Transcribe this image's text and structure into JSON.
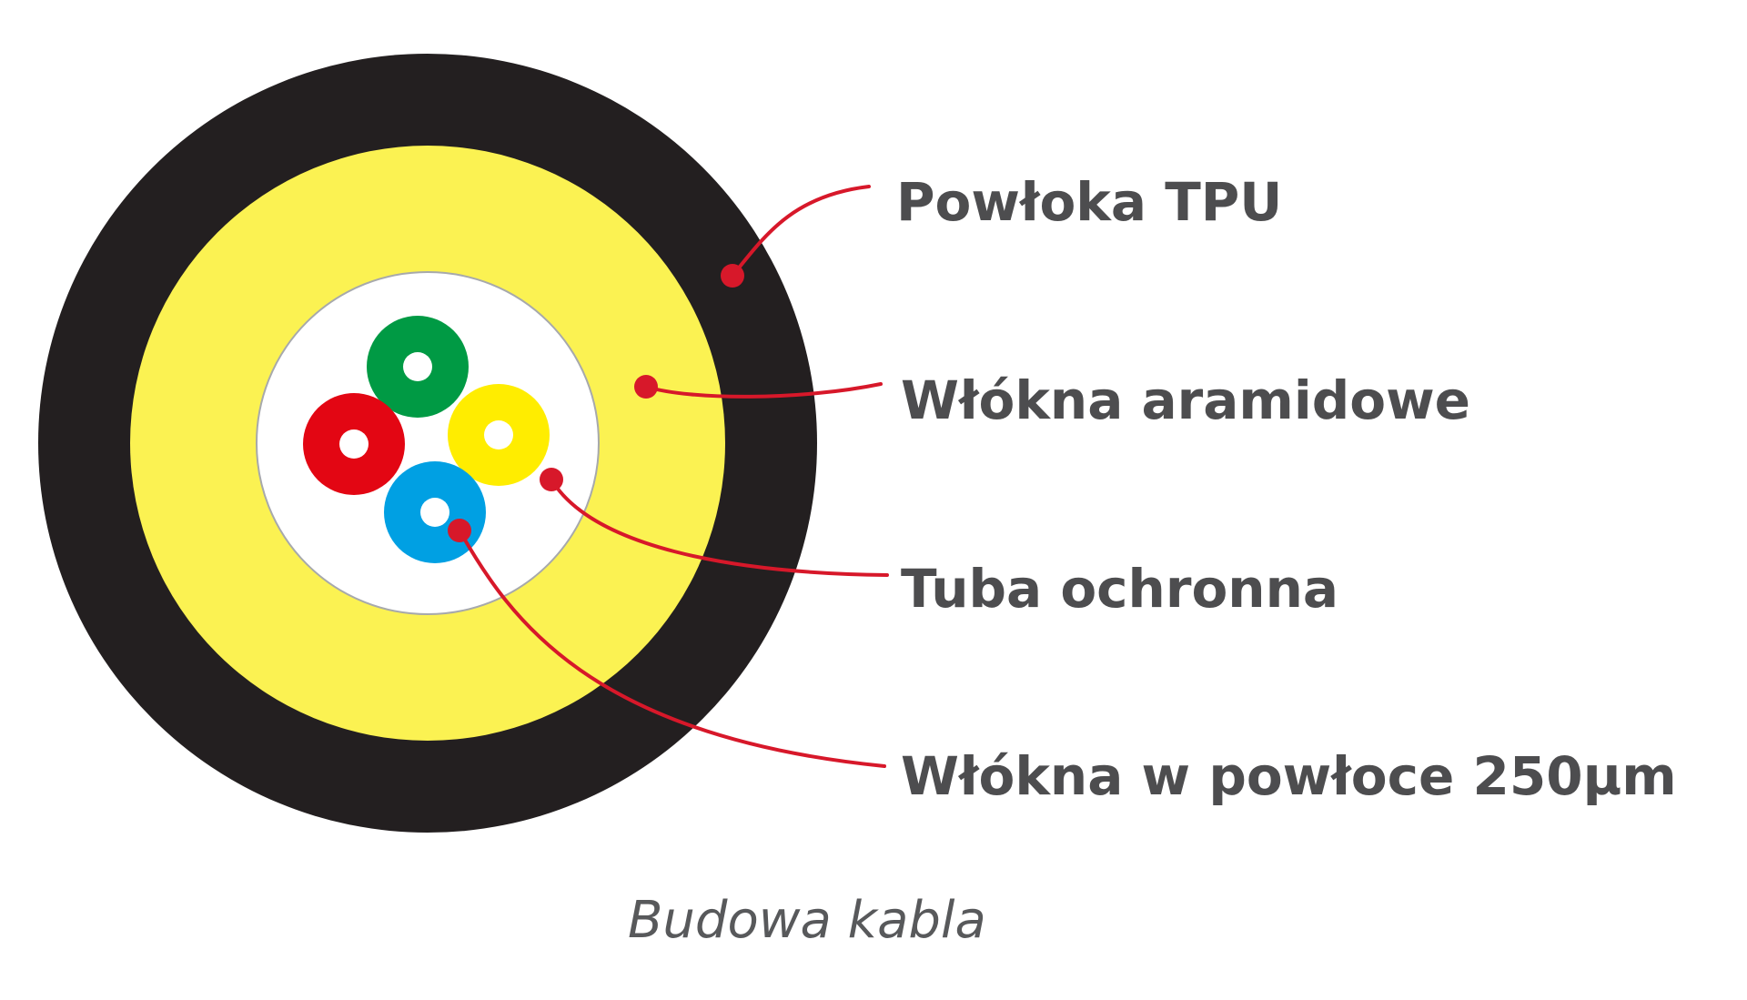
{
  "caption": "Budowa kabla",
  "labels": [
    {
      "id": "tpu",
      "text": "Powłoka TPU"
    },
    {
      "id": "aramid",
      "text": "Włókna aramidowe"
    },
    {
      "id": "tube",
      "text": "Tuba ochronna"
    },
    {
      "id": "fibers",
      "text": "Włókna w powłoce 250µm"
    }
  ],
  "colors": {
    "jacket": "#231f20",
    "aramid": "#fbf252",
    "tube_fill": "#ffffff",
    "tube_border": "#a7a9ac",
    "fiber_green": "#009a44",
    "fiber_red": "#e30613",
    "fiber_yellow": "#ffed00",
    "fiber_blue": "#00a0e3",
    "leader": "#d7182a",
    "label_text": "#4d4d4f",
    "caption_text": "#58595b"
  }
}
